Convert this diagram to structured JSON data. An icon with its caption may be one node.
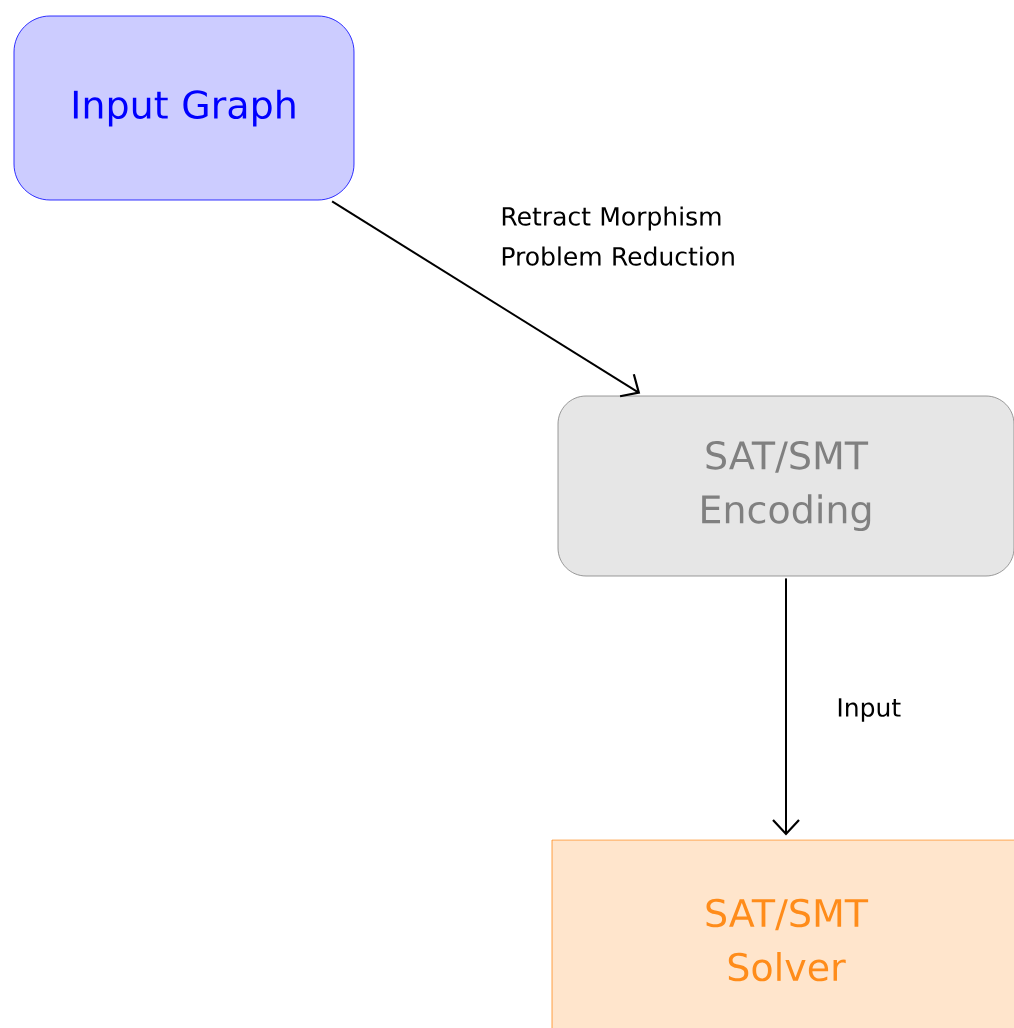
{
  "diagram": {
    "nodes": [
      {
        "text": [
          "Input Graph"
        ]
      },
      {
        "text": [
          "SAT/SMT Encoding"
        ]
      },
      {
        "text": [
          "SAT/SMT Solver"
        ]
      }
    ],
    "edges": [
      {
        "from": 0,
        "to": 1,
        "arrow": "to",
        "label": "Retract Morphism Problem Reduction"
      },
      {
        "from": 1,
        "to": 2,
        "arrow": "to",
        "label": "Input"
      }
    ]
  }
}
